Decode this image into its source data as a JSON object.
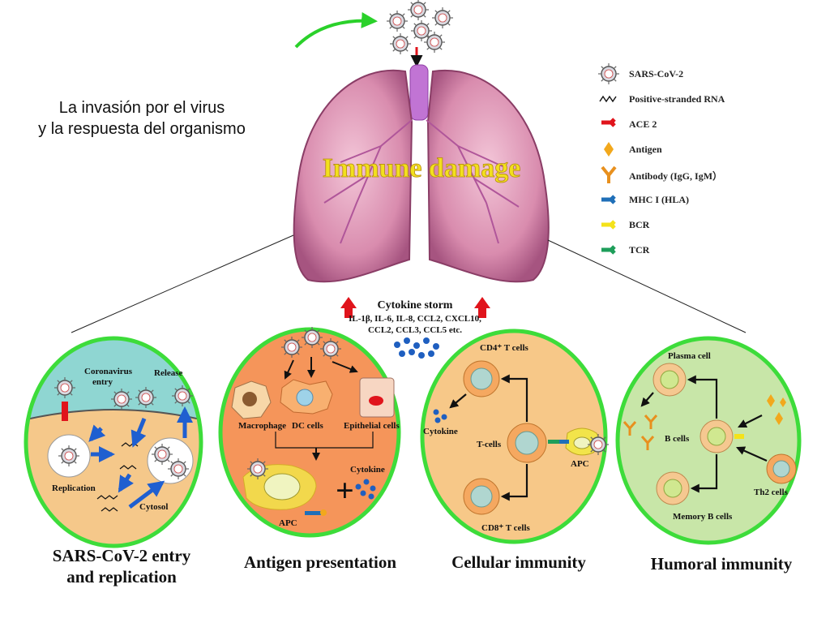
{
  "heading": {
    "line1": "La invasión por el virus",
    "line2": "y la respuesta del organismo"
  },
  "legend": [
    {
      "icon": "virus-icon",
      "label": "SARS-CoV-2",
      "color": "#8a8a96"
    },
    {
      "icon": "rna-icon",
      "label": "Positive-stranded RNA",
      "color": "#111111"
    },
    {
      "icon": "ace2-receptor-icon",
      "label": "ACE 2",
      "color": "#e0141c"
    },
    {
      "icon": "antigen-icon",
      "label": "Antigen",
      "color": "#f2a81c"
    },
    {
      "icon": "antibody-icon",
      "label": "Antibody (IgG, IgM）",
      "color": "#e8901e"
    },
    {
      "icon": "mhc-icon",
      "label": "MHC I (HLA)",
      "color": "#1f6fb8"
    },
    {
      "icon": "bcr-icon",
      "label": "BCR",
      "color": "#f4e21a"
    },
    {
      "icon": "tcr-icon",
      "label": "TCR",
      "color": "#1e9e5a"
    }
  ],
  "lungs": {
    "label": "Immune   damage",
    "label_color": "#f2e01e"
  },
  "storm": {
    "title": "Cytokine storm",
    "line1": "IL-1β, IL-6, IL-8, CCL2, CXCL10,",
    "line2": "CCL2, CCL3, CCL5 etc."
  },
  "panels": [
    {
      "title_line1": "SARS-CoV-2 entry",
      "title_line2": "and replication",
      "fill": "#8fd6d2",
      "labels": {
        "entry": "Coronavirus\nentry",
        "release": "Release",
        "replication": "Replication",
        "cytosol": "Cytosol"
      }
    },
    {
      "title_line1": "Antigen presentation",
      "fill": "#f5955a",
      "labels": {
        "macrophage": "Macrophage",
        "dc": "DC cells",
        "epithelial": "Epithelial cells",
        "cytokine": "Cytokine",
        "apc": "APC"
      }
    },
    {
      "title_line1": "Cellular immunity",
      "fill": "#f7c888",
      "labels": {
        "cd4": "CD4⁺ T cells",
        "cytokine": "Cytokine",
        "tcells": "T-cells",
        "apc": "APC",
        "cd8": "CD8⁺ T cells"
      }
    },
    {
      "title_line1": "Humoral immunity",
      "fill": "#c8e6a8",
      "labels": {
        "plasma": "Plasma cell",
        "bcells": "B cells",
        "th2": "Th2 cells",
        "memory": "Memory B cells"
      }
    }
  ],
  "colors": {
    "outline": "#3ddc3a",
    "arrow": "#1f5fd0",
    "red": "#e0141c",
    "virus": "#8a8a96"
  }
}
